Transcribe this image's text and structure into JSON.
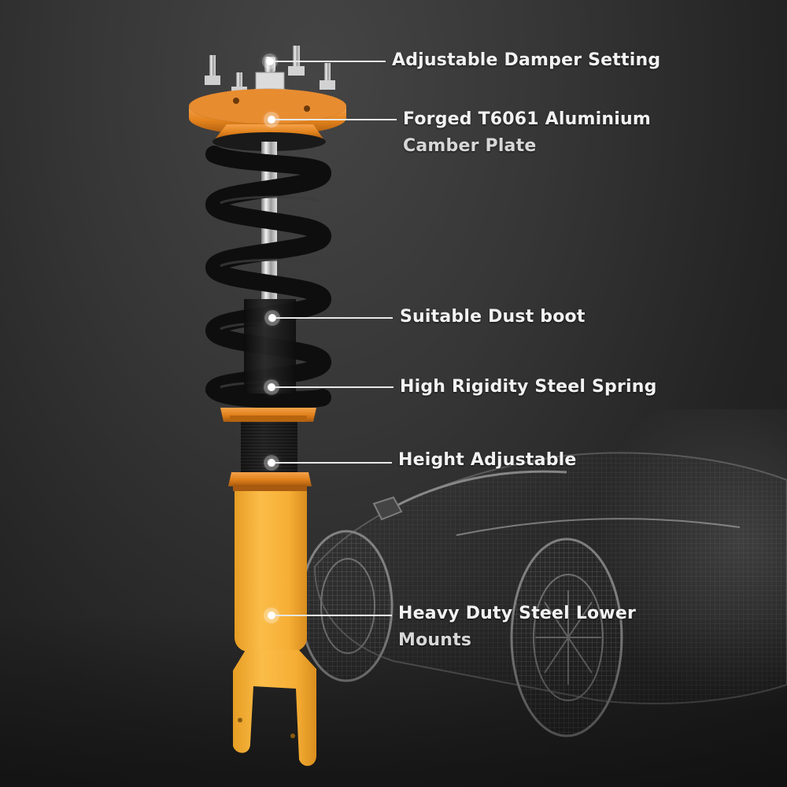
{
  "product": "Coilover suspension strut",
  "colors": {
    "background": "#2a2a2a",
    "accent_orange": "#e8891e",
    "body_yellow": "#f7b43a",
    "spring_black": "#141414",
    "label_text": "#f2f2f2"
  },
  "callouts": [
    {
      "id": "damper",
      "line1": "Adjustable Damper Setting",
      "line2": ""
    },
    {
      "id": "camber",
      "line1": "Forged T6061 Aluminium",
      "line2": "Camber Plate"
    },
    {
      "id": "dust-boot",
      "line1": "Suitable Dust boot",
      "line2": ""
    },
    {
      "id": "spring",
      "line1": "High Rigidity Steel Spring",
      "line2": ""
    },
    {
      "id": "height",
      "line1": "Height Adjustable",
      "line2": ""
    },
    {
      "id": "lower-mount",
      "line1": "Heavy Duty Steel Lower",
      "line2": "Mounts"
    }
  ]
}
